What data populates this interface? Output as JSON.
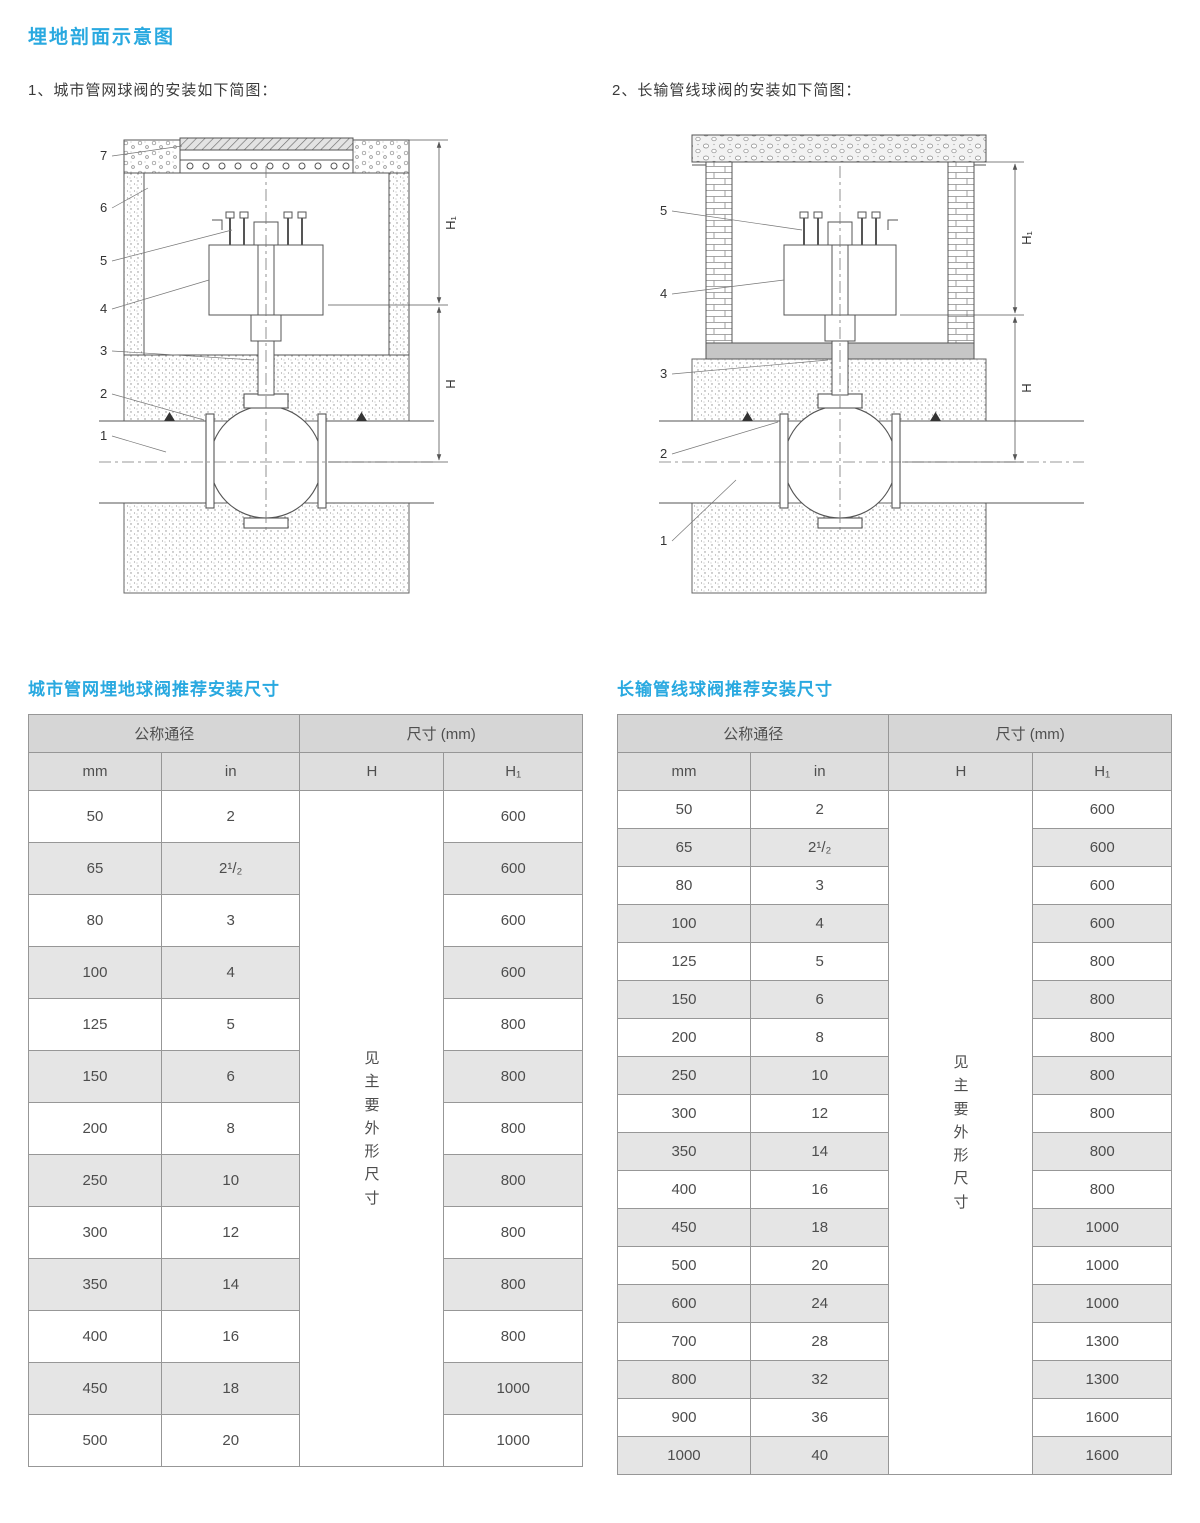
{
  "page_title": "埋地剖面示意图",
  "figures": {
    "fig1": {
      "caption": "1、城市管网球阀的安装如下简图：",
      "callouts": [
        "7",
        "6",
        "5",
        "4",
        "3",
        "2",
        "1"
      ],
      "dim_h1": "H₁",
      "dim_h": "H"
    },
    "fig2": {
      "caption": "2、长输管线球阀的安装如下简图：",
      "callouts": [
        "5",
        "4",
        "3",
        "2",
        "1"
      ],
      "dim_h1": "H₁",
      "dim_h": "H"
    }
  },
  "tables": {
    "left": {
      "title": "城市管网埋地球阀推荐安装尺寸",
      "col_group_dn": "公称通径",
      "col_group_size": "尺寸 (mm)",
      "col_mm": "mm",
      "col_in": "in",
      "col_h": "H",
      "col_h1": "H₁",
      "h_note": "见\n主\n要\n外\n形\n尺\n寸",
      "rows": [
        {
          "mm": "50",
          "in": "2",
          "h1": "600"
        },
        {
          "mm": "65",
          "in": "2¹/₂",
          "h1": "600"
        },
        {
          "mm": "80",
          "in": "3",
          "h1": "600"
        },
        {
          "mm": "100",
          "in": "4",
          "h1": "600"
        },
        {
          "mm": "125",
          "in": "5",
          "h1": "800"
        },
        {
          "mm": "150",
          "in": "6",
          "h1": "800"
        },
        {
          "mm": "200",
          "in": "8",
          "h1": "800"
        },
        {
          "mm": "250",
          "in": "10",
          "h1": "800"
        },
        {
          "mm": "300",
          "in": "12",
          "h1": "800"
        },
        {
          "mm": "350",
          "in": "14",
          "h1": "800"
        },
        {
          "mm": "400",
          "in": "16",
          "h1": "800"
        },
        {
          "mm": "450",
          "in": "18",
          "h1": "1000"
        },
        {
          "mm": "500",
          "in": "20",
          "h1": "1000"
        }
      ]
    },
    "right": {
      "title": "长输管线球阀推荐安装尺寸",
      "col_group_dn": "公称通径",
      "col_group_size": "尺寸 (mm)",
      "col_mm": "mm",
      "col_in": "in",
      "col_h": "H",
      "col_h1": "H₁",
      "h_note": "见\n主\n要\n外\n形\n尺\n寸",
      "rows": [
        {
          "mm": "50",
          "in": "2",
          "h1": "600"
        },
        {
          "mm": "65",
          "in": "2¹/₂",
          "h1": "600"
        },
        {
          "mm": "80",
          "in": "3",
          "h1": "600"
        },
        {
          "mm": "100",
          "in": "4",
          "h1": "600"
        },
        {
          "mm": "125",
          "in": "5",
          "h1": "800"
        },
        {
          "mm": "150",
          "in": "6",
          "h1": "800"
        },
        {
          "mm": "200",
          "in": "8",
          "h1": "800"
        },
        {
          "mm": "250",
          "in": "10",
          "h1": "800"
        },
        {
          "mm": "300",
          "in": "12",
          "h1": "800"
        },
        {
          "mm": "350",
          "in": "14",
          "h1": "800"
        },
        {
          "mm": "400",
          "in": "16",
          "h1": "800"
        },
        {
          "mm": "450",
          "in": "18",
          "h1": "1000"
        },
        {
          "mm": "500",
          "in": "20",
          "h1": "1000"
        },
        {
          "mm": "600",
          "in": "24",
          "h1": "1000"
        },
        {
          "mm": "700",
          "in": "28",
          "h1": "1300"
        },
        {
          "mm": "800",
          "in": "32",
          "h1": "1300"
        },
        {
          "mm": "900",
          "in": "36",
          "h1": "1600"
        },
        {
          "mm": "1000",
          "in": "40",
          "h1": "1600"
        }
      ]
    }
  }
}
